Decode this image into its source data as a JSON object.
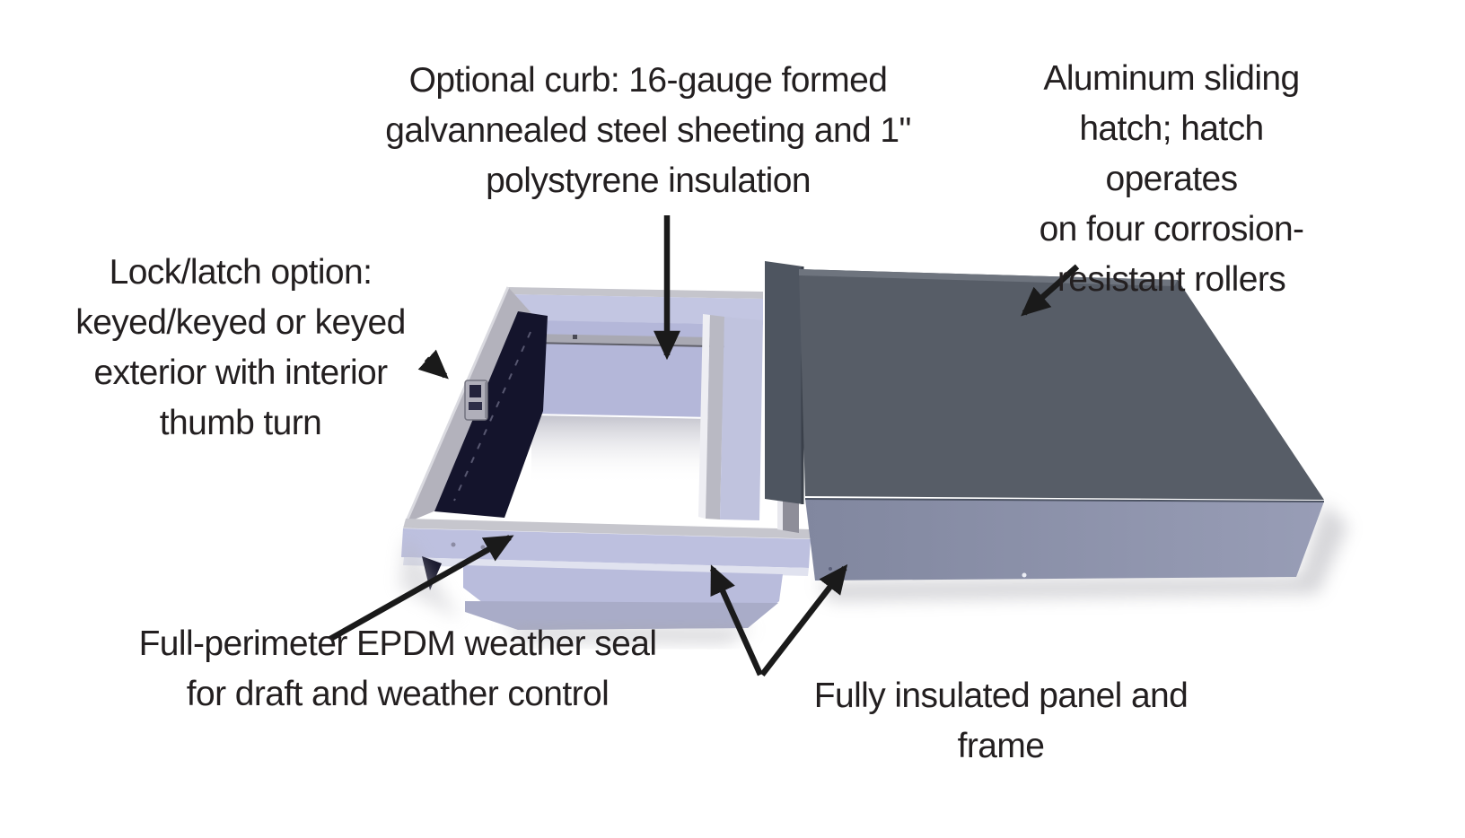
{
  "figure": {
    "kind": "product callout diagram",
    "subject": "roof hatch with aluminum sliding cover on a curb frame",
    "background": "#ffffff"
  },
  "callouts": [
    {
      "id": "curb",
      "text": "Optional curb: 16-gauge formed\ngalvannealed steel sheeting and 1\"\npolystyrene insulation"
    },
    {
      "id": "hatch",
      "text": "Aluminum sliding\nhatch; hatch operates\non four corrosion-\nresistant rollers"
    },
    {
      "id": "lock",
      "text": "Lock/latch option:\nkeyed/keyed or keyed\nexterior with interior\nthumb turn"
    },
    {
      "id": "seal",
      "text": "Full-perimeter EPDM weather seal\nfor draft and weather control"
    },
    {
      "id": "panel",
      "text": "Fully insulated panel and frame"
    }
  ],
  "colors": {
    "text": "#231f20",
    "arrow": "#1a1a1a",
    "curb_face": "#bdc0df",
    "curb_back_wall": "#b4b7d9",
    "curb_rail_gray": "#b3b2bc",
    "curb_skirt": "#b9bcdc",
    "curb_skirt_shade": "#a9acc8",
    "curb_dark_interior": "#14142c",
    "hatch_top": "#575d67",
    "hatch_top_highlight": "#6e747e",
    "hatch_side_strip": "#4e5560",
    "hatch_front": "#8a90ac"
  }
}
